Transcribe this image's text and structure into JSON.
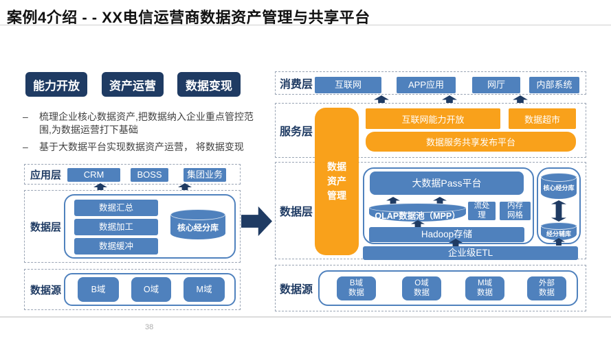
{
  "title": "案例4介绍 - - XX电信运营商数据资产管理与共享平台",
  "page_number": "38",
  "bullet_dash": "–",
  "chips": [
    "能力开放",
    "资产运营",
    "数据变现"
  ],
  "bullets": [
    "梳理企业核心数据资产,把数据纳入企业重点管控范围,为数据运营打下基础",
    "基于大数据平台实现数据资产运营， 将数据变现"
  ],
  "left": {
    "app_layer": {
      "label": "应用层",
      "boxes": [
        "CRM",
        "BOSS",
        "集团业务"
      ]
    },
    "data_layer": {
      "label": "数据层",
      "boxes": [
        "数据汇总",
        "数据加工",
        "数据缓冲"
      ],
      "cylinder": "核心经分库"
    },
    "source_layer": {
      "label": "数据源",
      "boxes": [
        "B域",
        "O域",
        "M域"
      ]
    }
  },
  "right": {
    "consumer_layer": {
      "label": "消费层",
      "boxes": [
        "互联网",
        "APP应用",
        "网厅",
        "内部系统"
      ]
    },
    "service_layer": {
      "label": "服务层",
      "asset_bar": "数据\n资产\n管理",
      "open_box": "互联网能力开放",
      "market_box": "数据超市",
      "share_platform": "数据服务共享发布平台"
    },
    "data_layer": {
      "label": "数据层",
      "paas": "大数据Pass平台",
      "olap": "OLAP数据池（MPP）",
      "stream": "流处\n理",
      "memgrid": "内存\n网格",
      "hadoop": "Hadoop存储",
      "etl": "企业级ETL",
      "core_db": "核心经分库",
      "aux_db": "经分辅库"
    },
    "source_layer": {
      "label": "数据源",
      "boxes": [
        "B域\n数据",
        "O域\n数据",
        "M域\n数据",
        "外部\n数据"
      ]
    }
  },
  "colors": {
    "navy": "#1f3b63",
    "blue": "#4f81bd",
    "orange": "#f9a11b"
  }
}
